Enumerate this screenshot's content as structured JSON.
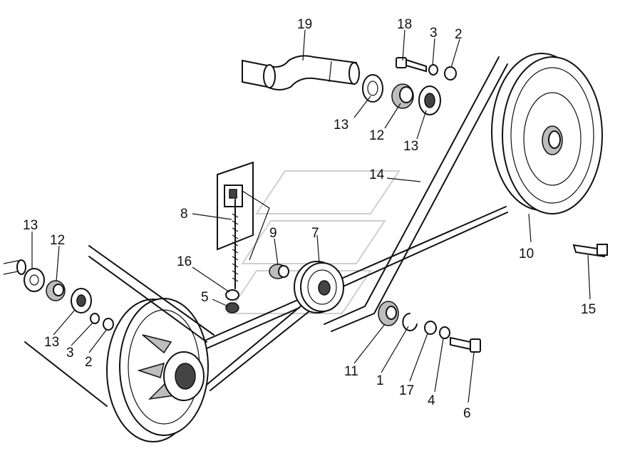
{
  "callouts": {
    "c19": "19",
    "c18": "18",
    "c3_top": "3",
    "c2_top": "2",
    "c13_mid": "13",
    "c12_mid": "12",
    "c13_right": "13",
    "c14": "14",
    "c8": "8",
    "c9": "9",
    "c7": "7",
    "c10": "10",
    "c13_left_top": "13",
    "c12_left": "12",
    "c16": "16",
    "c5": "5",
    "c13_left_bot": "13",
    "c3_left": "3",
    "c2_left": "2",
    "c11": "11",
    "c1": "1",
    "c17": "17",
    "c4": "4",
    "c6": "6",
    "c15": "15"
  }
}
